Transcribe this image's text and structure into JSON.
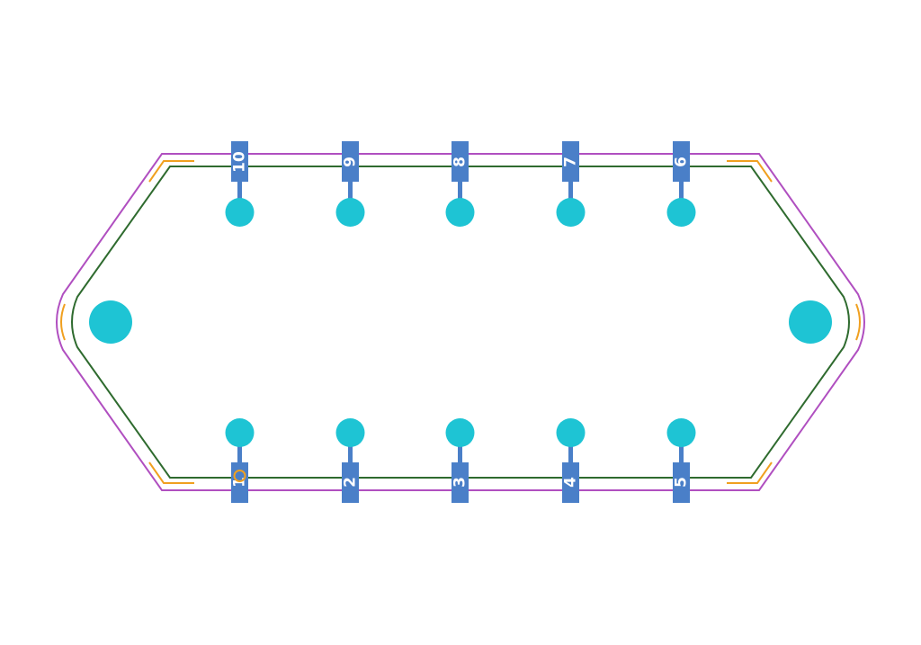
{
  "footprint": {
    "colors": {
      "background": "#ffffff",
      "courtyard": "#b04fc0",
      "fab_outline": "#2f6b2f",
      "silkscreen": "#f0a020",
      "smd_pad": "#4a7fc8",
      "via": "#1ec4d4",
      "pin_label": "#ffffff"
    },
    "top_row_pins": [
      {
        "number": "10",
        "label": "10"
      },
      {
        "number": "9",
        "label": "9"
      },
      {
        "number": "8",
        "label": "8"
      },
      {
        "number": "7",
        "label": "7"
      },
      {
        "number": "6",
        "label": "6"
      }
    ],
    "bottom_row_pins": [
      {
        "number": "1",
        "label": "1"
      },
      {
        "number": "2",
        "label": "2"
      },
      {
        "number": "3",
        "label": "3"
      },
      {
        "number": "4",
        "label": "4"
      },
      {
        "number": "5",
        "label": "5"
      }
    ],
    "mounting_holes": [
      "left",
      "right"
    ],
    "pin1_marker": "circle"
  }
}
